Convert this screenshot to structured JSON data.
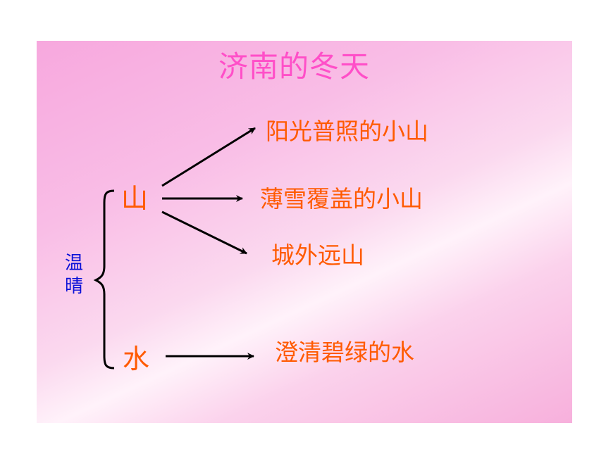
{
  "title": "济南的冬天",
  "side_label": "温\n晴",
  "nodes": {
    "mountain": "山",
    "water": "水"
  },
  "mountain_branches": [
    "阳光普照的小山",
    "薄雪覆盖的小山",
    "城外远山"
  ],
  "water_branch": "澄清碧绿的水",
  "colors": {
    "title": "#ff4fc8",
    "labels": "#ff5a00",
    "side_label": "#0a10d8"
  }
}
